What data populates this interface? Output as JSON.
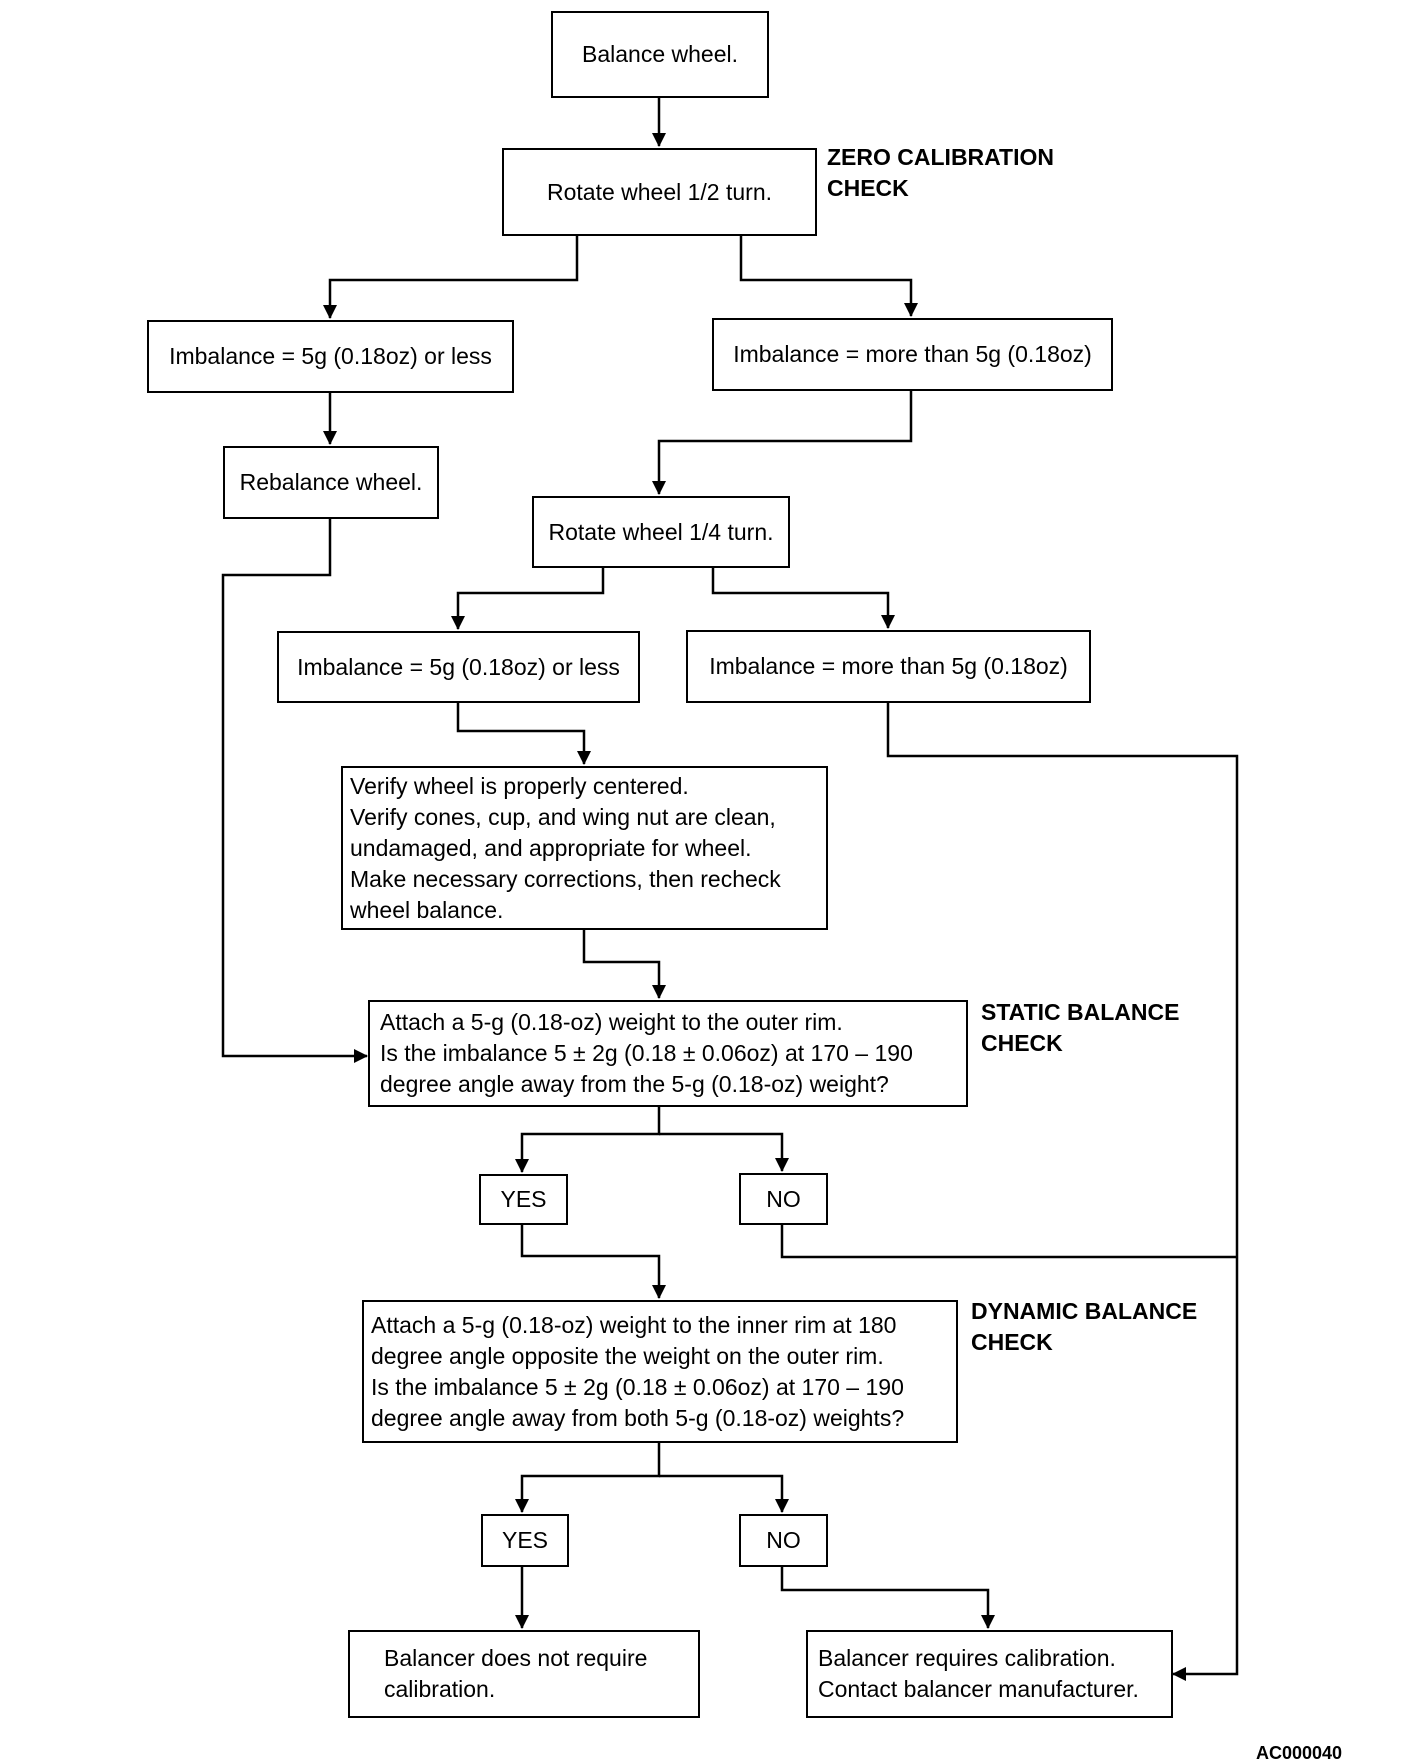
{
  "steps": {
    "balance_wheel": "Balance wheel.",
    "rotate_half": "Rotate wheel 1/2 turn.",
    "zero_le": "Imbalance = 5g (0.18oz) or less",
    "zero_gt": "Imbalance = more than 5g (0.18oz)",
    "rebalance": "Rebalance wheel.",
    "rotate_quarter": "Rotate wheel 1/4 turn.",
    "quarter_le": "Imbalance = 5g (0.18oz) or less",
    "quarter_gt": "Imbalance = more than 5g (0.18oz)",
    "verify": "Verify wheel is properly centered.\nVerify cones, cup, and wing nut are clean,\nundamaged, and appropriate for wheel.\nMake necessary corrections, then recheck\nwheel balance.",
    "static_check": "Attach a 5-g (0.18-oz) weight to the outer rim.\nIs the imbalance 5 ± 2g (0.18 ± 0.06oz) at 170 – 190\ndegree angle away from the 5-g (0.18-oz) weight?",
    "static_yes": "YES",
    "static_no": "NO",
    "dynamic_check": "Attach a 5-g (0.18-oz) weight to the inner rim at 180\ndegree angle opposite the weight on the outer rim.\nIs the imbalance 5 ± 2g (0.18 ± 0.06oz) at 170 – 190\ndegree angle away from both 5-g (0.18-oz) weights?",
    "dynamic_yes": "YES",
    "dynamic_no": "NO",
    "no_calibration": "Balancer does not require\ncalibration.",
    "calibration": "Balancer requires calibration.\nContact balancer manufacturer."
  },
  "sections": {
    "zero": "ZERO CALIBRATION\nCHECK",
    "static": "STATIC BALANCE\nCHECK",
    "dynamic": "DYNAMIC BALANCE\nCHECK"
  },
  "figure_id": "AC000040"
}
